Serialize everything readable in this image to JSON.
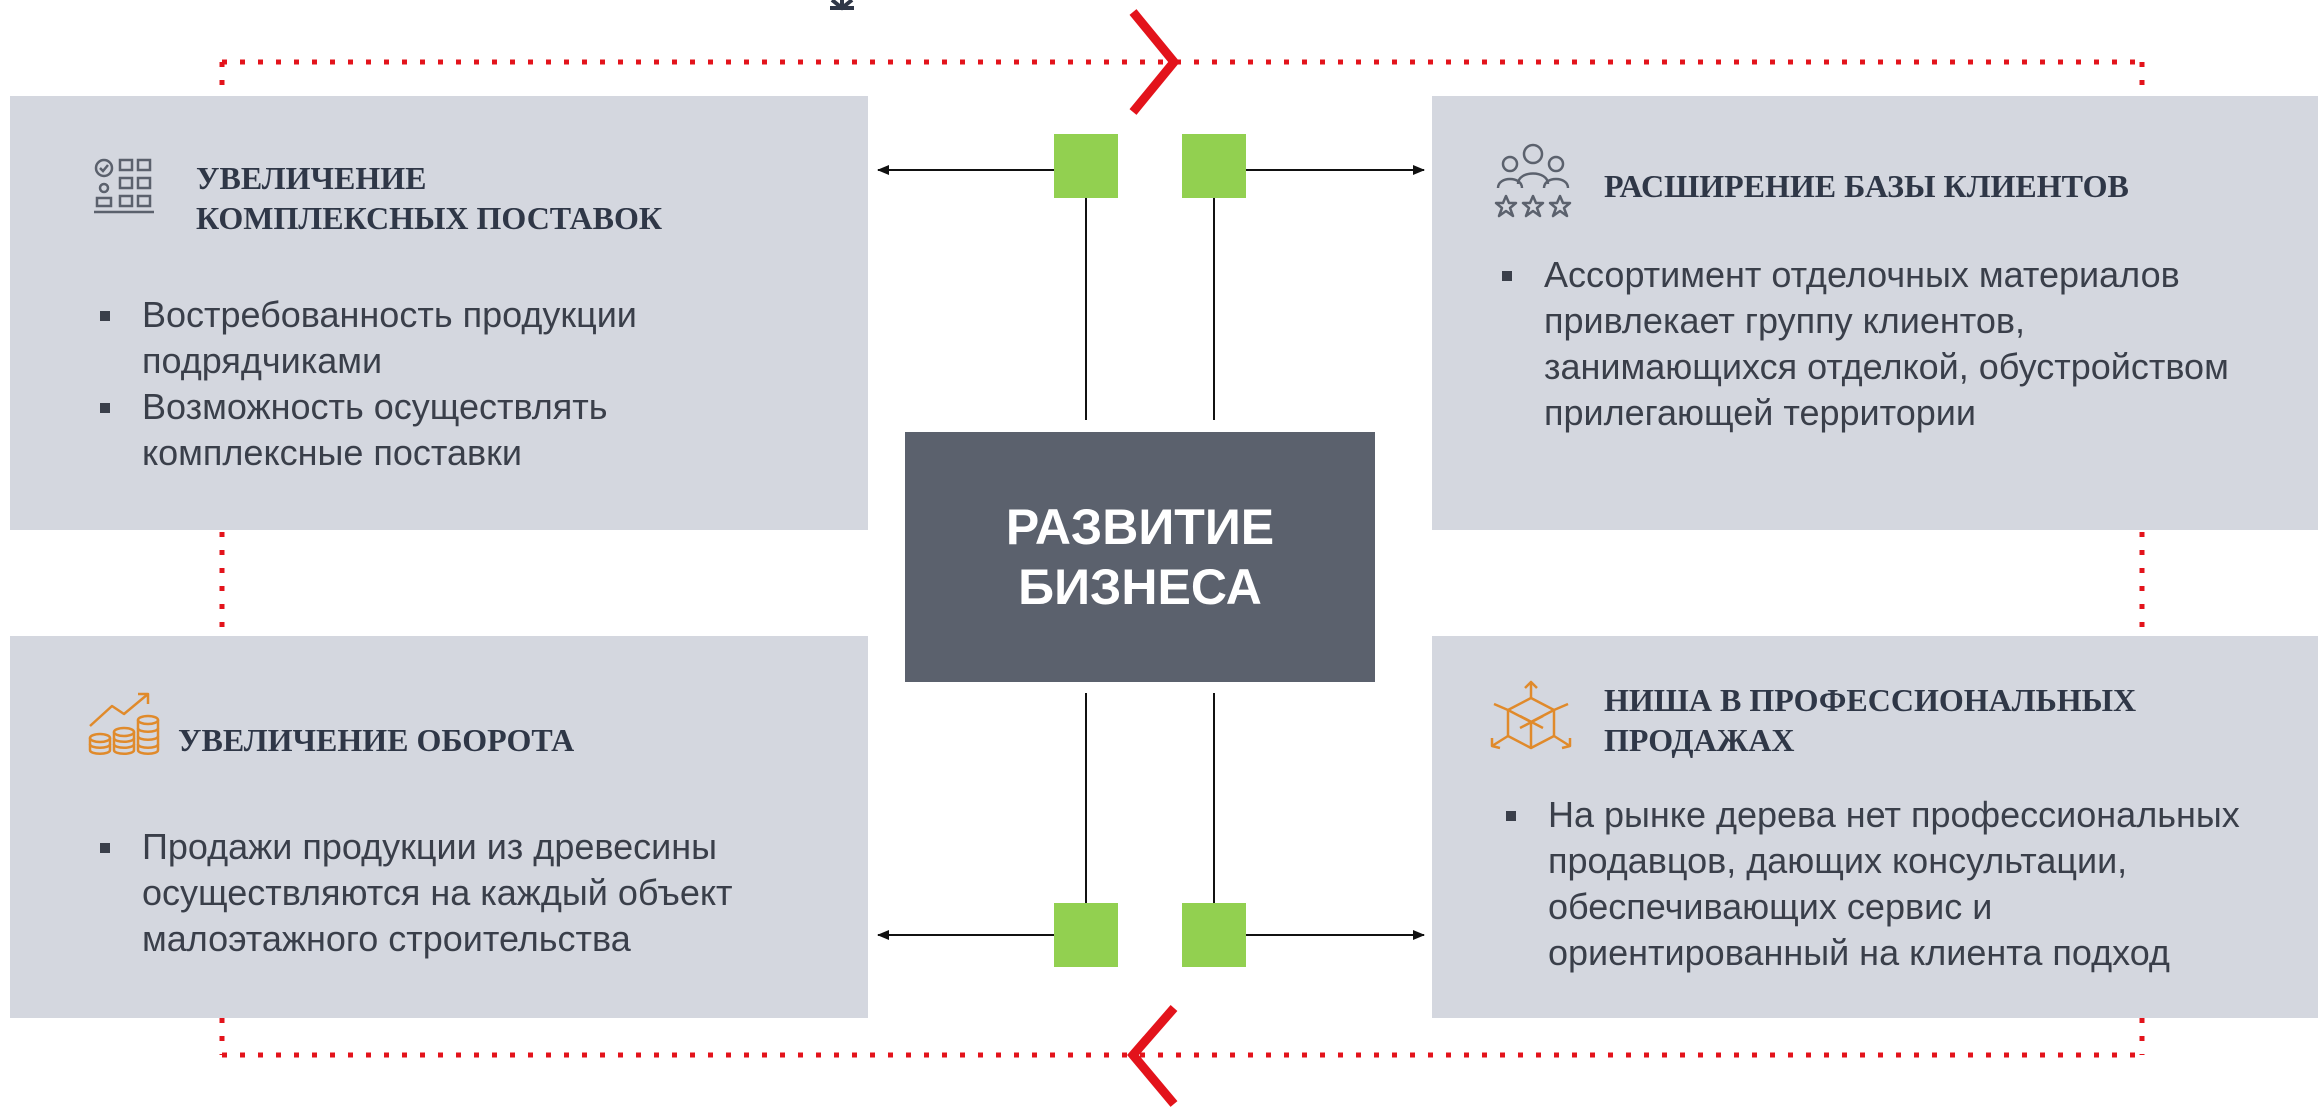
{
  "center": {
    "line1": "РАЗВИТИЕ",
    "line2": "БИЗНЕСА"
  },
  "cards": {
    "top_left": {
      "icon": "supply-checklist-icon",
      "title_lines": [
        "УВЕЛИЧЕНИЕ",
        "КОМПЛЕКСНЫХ ПОСТАВОК"
      ],
      "bullets": [
        [
          "Востребованность продукции",
          "подрядчиками"
        ],
        [
          "Возможность осуществлять",
          "комплексные поставки"
        ]
      ]
    },
    "top_right": {
      "icon": "customers-stars-icon",
      "title_lines": [
        "РАСШИРЕНИЕ БАЗЫ КЛИЕНТОВ"
      ],
      "bullets": [
        [
          "Ассортимент отделочных материалов",
          "привлекает группу клиентов,",
          "занимающихся отделкой, обустройством",
          "прилегающей территории"
        ]
      ]
    },
    "bottom_left": {
      "icon": "growth-coins-icon",
      "title_lines": [
        "УВЕЛИЧЕНИЕ ОБОРОТА"
      ],
      "bullets": [
        [
          "Продажи продукции из древесины",
          "осуществляются на каждый объект",
          "малоэтажного строительства"
        ]
      ]
    },
    "bottom_right": {
      "icon": "cube-expand-icon",
      "title_lines": [
        "НИША В ПРОФЕССИОНАЛЬНЫХ",
        "ПРОДАЖАХ"
      ],
      "bullets": [
        [
          "На рынке дерева нет профессиональных",
          "продавцов, дающих консультации,",
          "обеспечивающих сервис и",
          "ориентированный на клиента подход"
        ]
      ]
    }
  },
  "colors": {
    "card_bg": "#d4d7df",
    "center_bg": "#5b616d",
    "connector_green": "#92d050",
    "cycle_red": "#e3131b",
    "icon_gray": "#5b616d",
    "icon_orange": "#e08a2b"
  }
}
